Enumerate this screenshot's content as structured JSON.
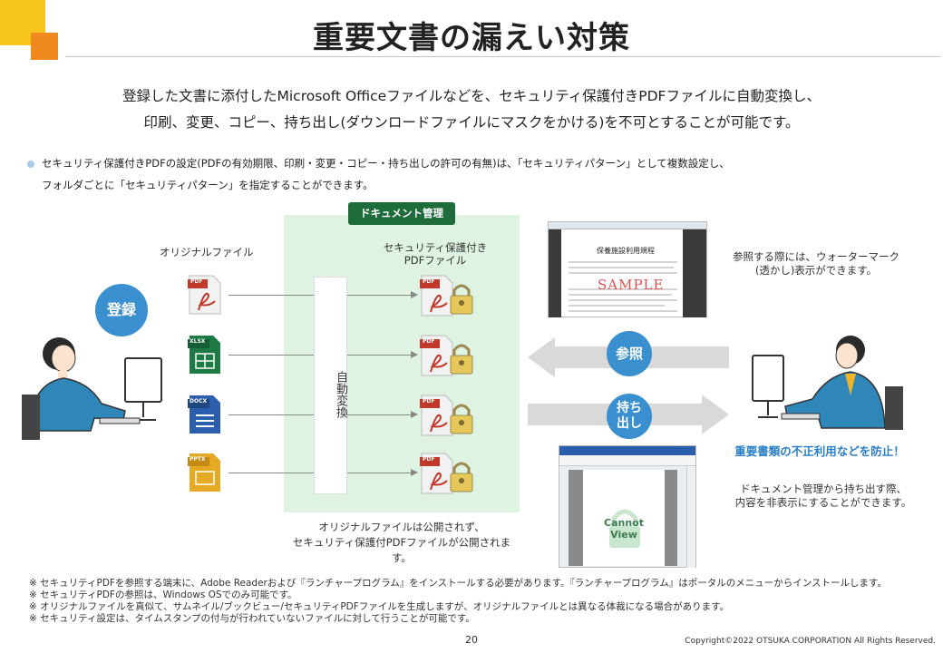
{
  "title": "重要文書の漏えい対策",
  "intro": {
    "line1": "登録した文書に添付したMicrosoft Officeファイルなどを、セキュリティ保護付きPDFファイルに自動変換し、",
    "line2": "印刷、変更、コピー、持ち出し(ダウンロードファイルにマスクをかける)を不可とすることが可能です。"
  },
  "bullet": {
    "line1": "セキュリティ保護付きPDFの設定(PDFの有効期限、印刷・変更・コピー・持ち出しの許可の有無)は、「セキュリティパターン」として複数設定し、",
    "line2": "フォルダごとに「セキュリティパターン」を指定することができます。"
  },
  "diagram": {
    "doc_mgmt_label": "ドキュメント管理",
    "original_label": "オリジナルファイル",
    "pdf_label_1": "セキュリティ保護付き",
    "pdf_label_2": "PDFファイル",
    "register": "登録",
    "auto_convert": "自動変換",
    "file_types": [
      "PDF",
      "XLSX",
      "DOCX",
      "PPTX"
    ],
    "pdf_tag": "PDF",
    "original_note_1": "オリジナルファイルは公開されず、",
    "original_note_2": "セキュリティ保護付PDFファイルが公開されます。",
    "view": "参照",
    "takeout_1": "持ち",
    "takeout_2": "出し",
    "watermark_note_1": "参照する際には、ウォーターマーク",
    "watermark_note_2": "(透かし)表示ができます。",
    "prevent_note": "重要書類の不正利用などを防止！",
    "takeout_note_1": "ドキュメント管理から持ち出す際、",
    "takeout_note_2": "内容を非表示にすることができます。",
    "screen1": {
      "doc_title": "保養施設利用規程",
      "watermark": "SAMPLE"
    },
    "screen2": {
      "cannot": "Cannot",
      "view": "View"
    }
  },
  "footnotes": [
    "※ セキュリティPDFを参照する端末に、Adobe Readerおよび『ランチャープログラム』をインストールする必要があります。『ランチャープログラム』はポータルのメニューからインストールします。",
    "※ セキュリティPDFの参照は、Windows OSでのみ可能です。",
    "※ オリジナルファイルを真似て、サムネイル/ブックビュー/セキュリティPDFファイルを生成しますが、オリジナルファイルとは異なる体裁になる場合があります。",
    "※ セキュリティ設定は、タイムスタンプの付与が行われていないファイルに対して行うことが可能です。"
  ],
  "page_number": "20",
  "copyright": "Copyright©2022 OTSUKA CORPORATION All Rights Reserved.",
  "colors": {
    "accent_blue": "#3a8fcf",
    "doc_mgmt_green": "#1e6b3c",
    "doc_mgmt_bg": "#dff3e2",
    "deco_yellow": "#f7c51e",
    "deco_orange": "#f08a1e",
    "pdf_red": "#c0392b",
    "xlsx_green": "#1d7a45",
    "docx_blue": "#2b5fad",
    "pptx_yellow": "#e6a923"
  }
}
